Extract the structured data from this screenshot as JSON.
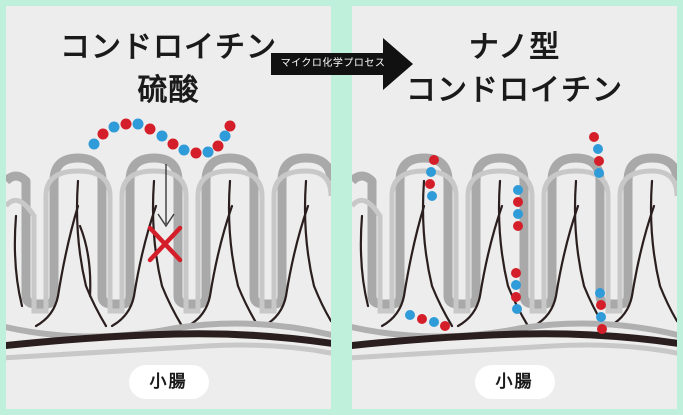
{
  "left_panel": {
    "title_line1": "コンドロイチン",
    "title_line2": "硫酸",
    "label": "小腸"
  },
  "right_panel": {
    "title_line1": "ナノ型",
    "title_line2": "コンドロイチン",
    "label": "小腸"
  },
  "process_arrow": {
    "label": "マイクロ化学プロセス"
  },
  "colors": {
    "background": "#bff0dc",
    "panel": "#ededed",
    "molecule_red": "#d41f2a",
    "molecule_blue": "#2f9bd8",
    "blocked_x": "#d41f2a",
    "vessel": "#2b1e1e"
  }
}
